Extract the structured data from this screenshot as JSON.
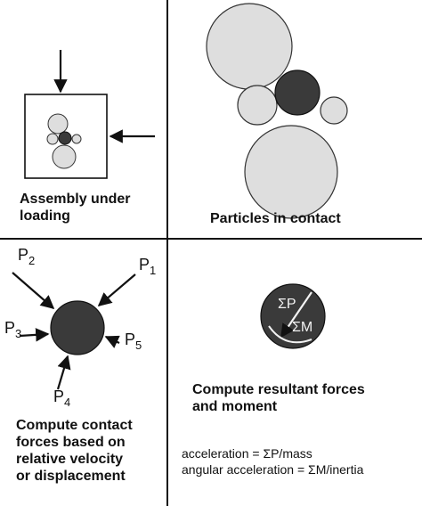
{
  "panels": {
    "assembly": {
      "label_line1": "Assembly under",
      "label_line2": "loading"
    },
    "contact": {
      "label": "Particles in contact"
    },
    "forces": {
      "forces": [
        {
          "symbol": "P",
          "index": "1"
        },
        {
          "symbol": "P",
          "index": "2"
        },
        {
          "symbol": "P",
          "index": "3"
        },
        {
          "symbol": "P",
          "index": "4"
        },
        {
          "symbol": "P",
          "index": "5"
        }
      ],
      "label_lines": [
        "Compute contact",
        "forces based on",
        "relative velocity",
        "or displacement"
      ]
    },
    "resultant": {
      "sum_force": "ΣP",
      "sum_moment": "ΣM",
      "label_line1": "Compute resultant forces",
      "label_line2": "and moment",
      "equations": [
        "acceleration = ΣP/mass",
        "angular acceleration = ΣM/inertia"
      ]
    }
  },
  "colors": {
    "light_particle": "#dedede",
    "dark_particle": "#3a3a3a",
    "line": "#111111"
  }
}
